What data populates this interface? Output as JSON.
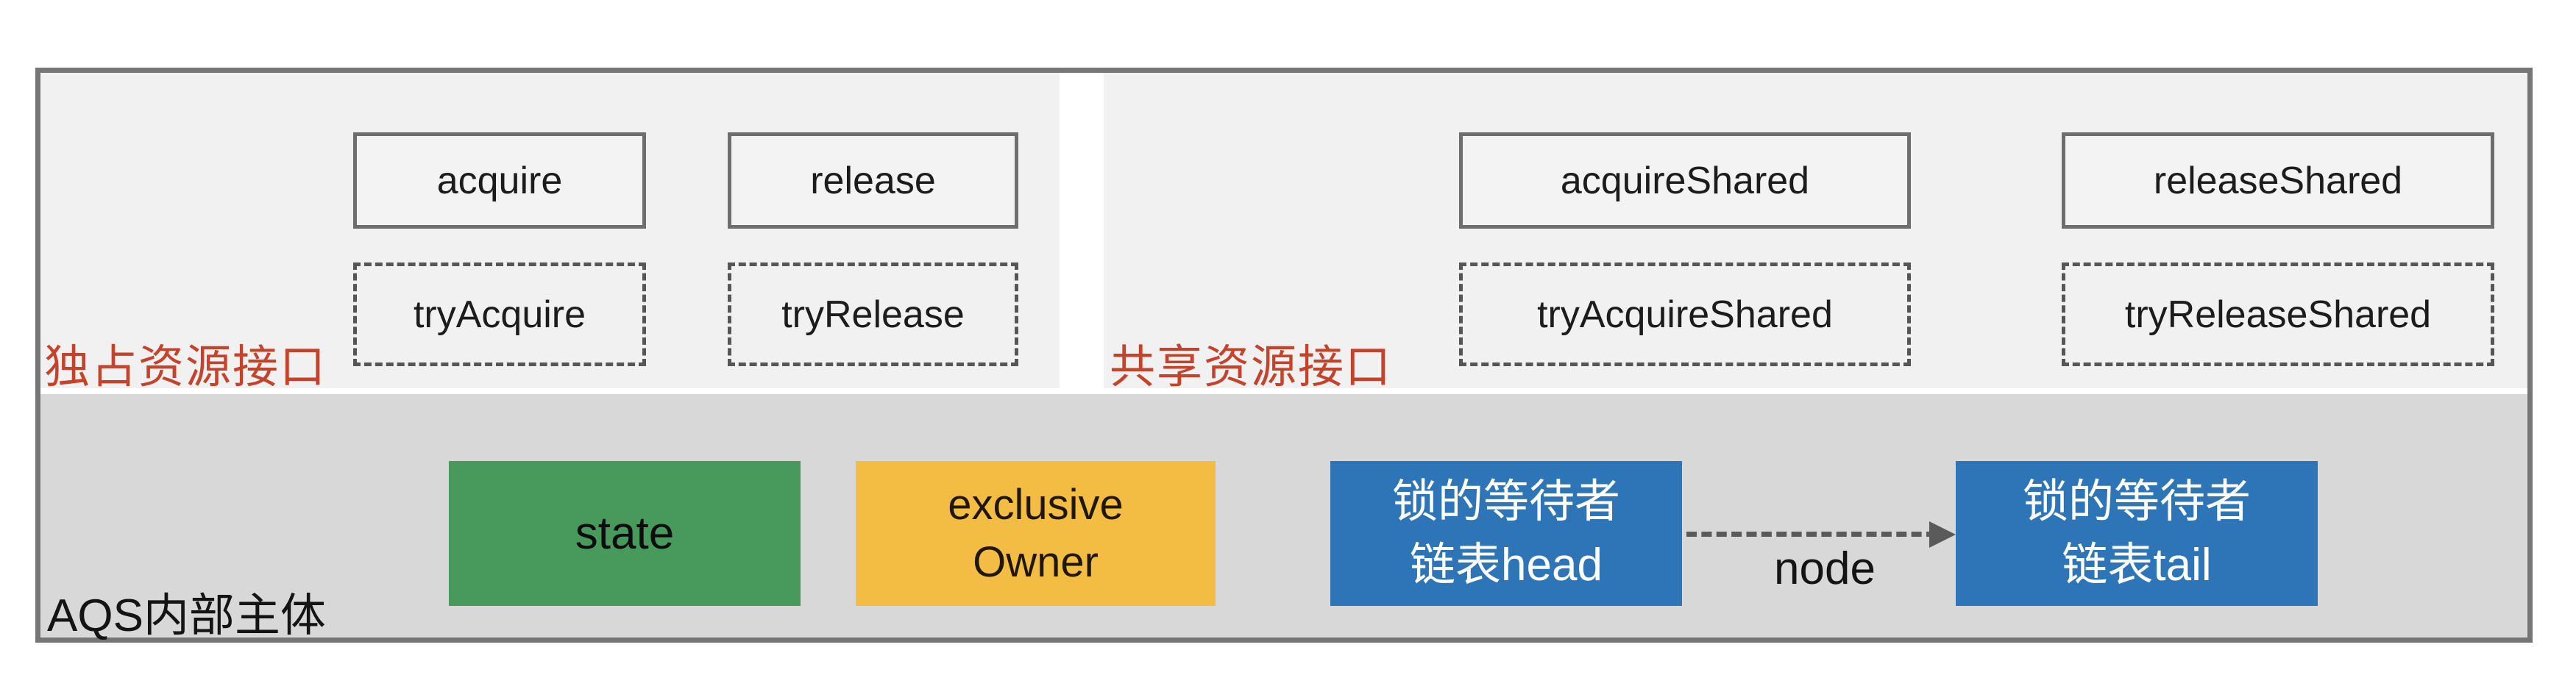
{
  "diagram": {
    "exclusive_panel": {
      "label": "独占资源接口",
      "acquire": "acquire",
      "release": "release",
      "try_acquire": "tryAcquire",
      "try_release": "tryRelease"
    },
    "shared_panel": {
      "label": "共享资源接口",
      "acquire": "acquireShared",
      "release": "releaseShared",
      "try_acquire": "tryAcquireShared",
      "try_release": "tryReleaseShared"
    },
    "body_panel": {
      "label": "AQS内部主体",
      "state": "state",
      "owner_line1": "exclusive",
      "owner_line2": "Owner",
      "head_line1": "锁的等待者",
      "head_line2": "链表head",
      "tail_line1": "锁的等待者",
      "tail_line2": "链表tail",
      "node": "node"
    }
  },
  "colors": {
    "state_green": "#48995c",
    "owner_amber": "#f2bd42",
    "waiter_blue": "#2e75b8",
    "section_label_red": "#c5422b",
    "light_panel_gray": "#f1f1f1",
    "body_panel_gray": "#d8d8d8",
    "frame_border_gray": "#767676",
    "box_border_gray": "#6e6e6e"
  }
}
